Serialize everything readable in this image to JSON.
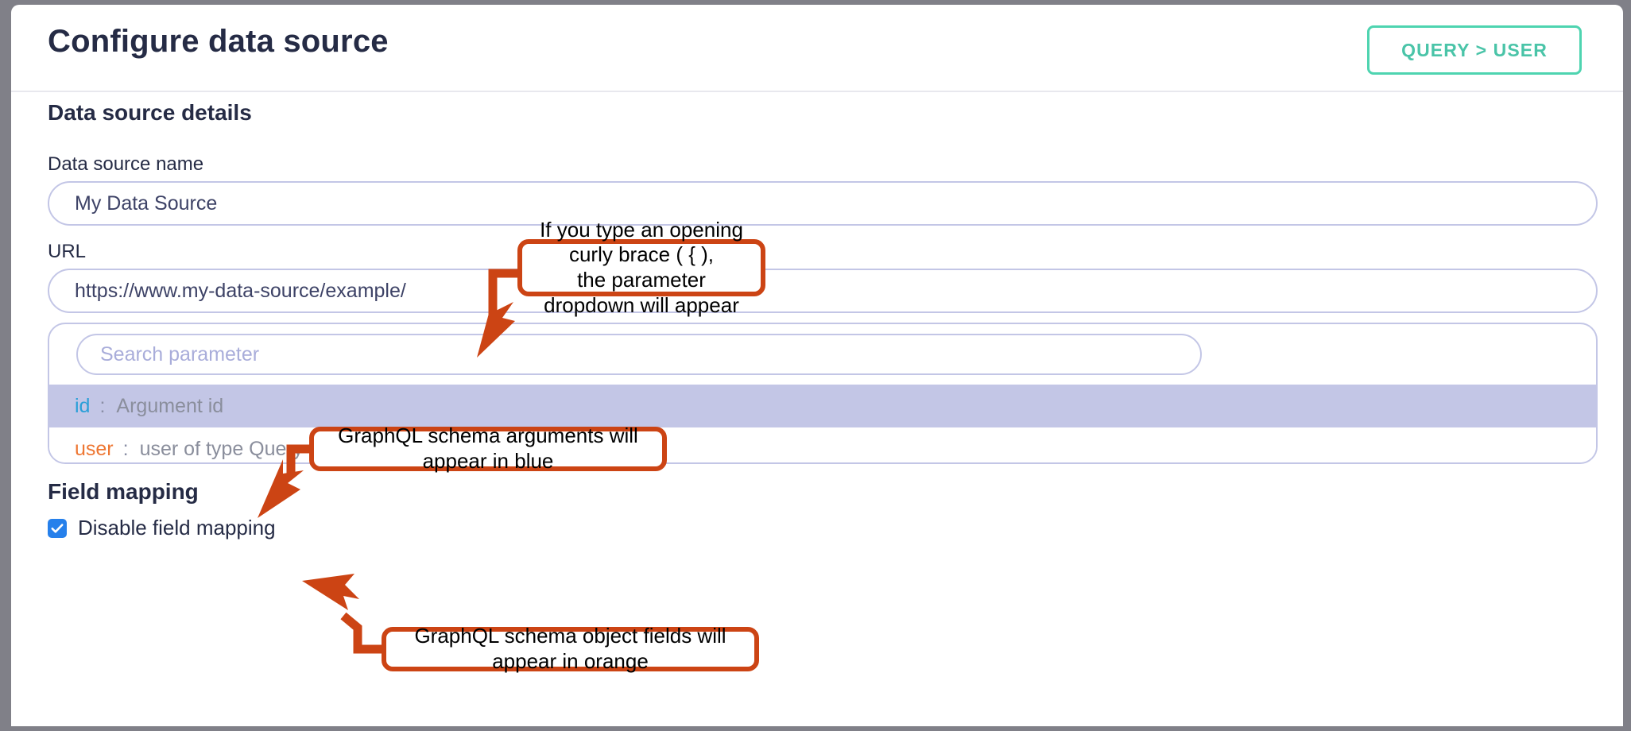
{
  "header": {
    "title": "Configure data source",
    "breadcrumb_button": "QUERY > USER"
  },
  "main": {
    "section_title": "Data source details",
    "fields": [
      {
        "label": "Data source name",
        "value": "My Data Source",
        "placeholder": "Data source name"
      },
      {
        "label": "URL",
        "value": "https://www.my-data-source/example/",
        "placeholder": "URL"
      }
    ],
    "parameter_dropdown": {
      "search_placeholder": "Search parameter",
      "search_value": "",
      "rows": [
        {
          "key": "id",
          "separator": ":",
          "description": "Argument id",
          "key_color": "#2a9fd8",
          "kind": "argument",
          "highlighted": true
        },
        {
          "key": "user",
          "separator": ":",
          "description": "user of type Query",
          "key_color": "#ee7733",
          "kind": "object-field",
          "highlighted": false
        }
      ]
    },
    "field_mapping": {
      "title": "Field mapping",
      "checkbox_label": "Disable field mapping",
      "checkbox_checked": true,
      "checkbox_color": "#2680eb"
    }
  },
  "annotations": {
    "accent_color": "#cc4414",
    "callouts": [
      {
        "id": "curly-brace",
        "line1": "If you type an opening curly brace ( { ),",
        "line2": "the parameter dropdown will appear"
      },
      {
        "id": "blue-args",
        "text": "GraphQL schema arguments will appear in blue"
      },
      {
        "id": "orange-fields",
        "text": "GraphQL schema object fields will appear in orange"
      }
    ]
  },
  "colors": {
    "accent_teal": "#4ed4b0",
    "input_border": "#c3c6e6",
    "highlight_row": "#c3c6e6",
    "text_dark": "#252b45",
    "annotation_orange": "#cc4414",
    "frame_gray": "#808088"
  }
}
